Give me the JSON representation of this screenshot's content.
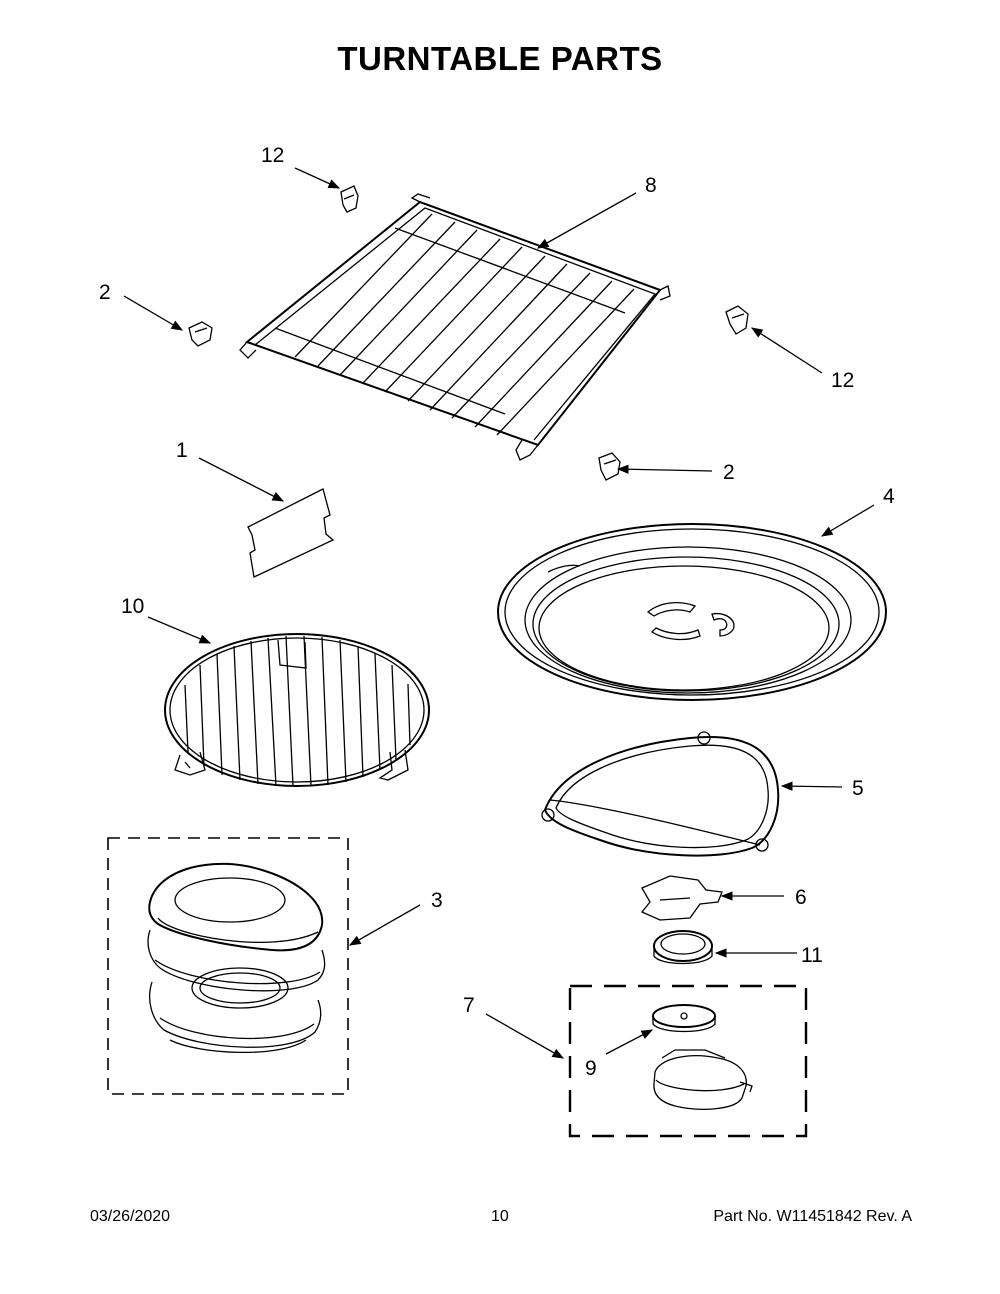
{
  "title": "TURNTABLE PARTS",
  "footer": {
    "date": "03/26/2020",
    "page": "10",
    "part_no": "Part No.  W11451842  Rev.  A"
  },
  "callouts": {
    "c12a": "12",
    "c8": "8",
    "c2a": "2",
    "c12b": "12",
    "c1": "1",
    "c2b": "2",
    "c4": "4",
    "c10": "10",
    "c5": "5",
    "c3": "3",
    "c6": "6",
    "c11": "11",
    "c7": "7",
    "c9": "9"
  }
}
